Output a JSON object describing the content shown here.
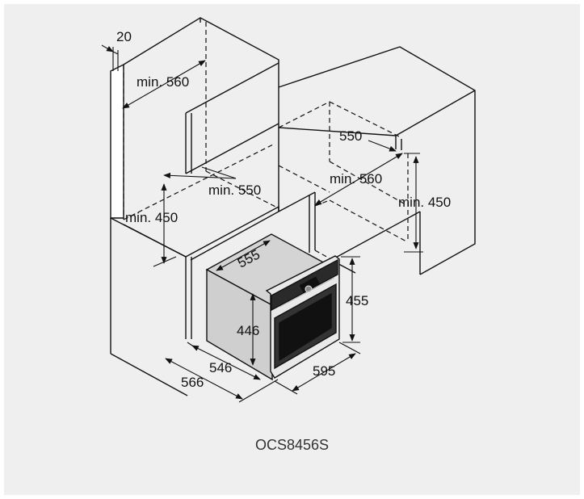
{
  "model": "OCS8456S",
  "dimensions": {
    "gap_top": "20",
    "wall_min_depth": "min. 560",
    "wall_shelf_depth": "min. 550",
    "wall_min_height": "min. 450",
    "base_depth": "550",
    "base_min_depth": "min. 560",
    "base_min_height": "min. 450",
    "oven_depth": "555",
    "oven_height_body": "446",
    "oven_height_front": "455",
    "oven_depth_body": "546",
    "oven_depth_total": "566",
    "oven_width": "595"
  }
}
